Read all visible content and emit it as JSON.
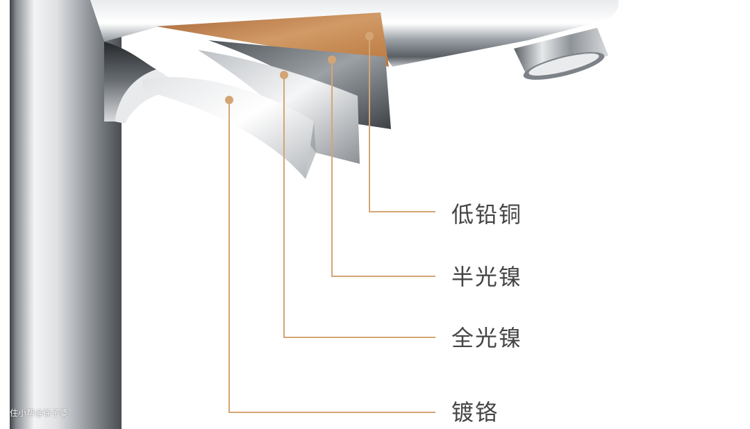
{
  "layers": [
    {
      "label": "低铅铜",
      "role": "brass core"
    },
    {
      "label": "半光镍",
      "role": "semi-bright nickel"
    },
    {
      "label": "全光镍",
      "role": "bright nickel"
    },
    {
      "label": "镀铬",
      "role": "chrome plating"
    }
  ],
  "watermark": "住小帮@徐子婆",
  "colors": {
    "leader": "#d4a574",
    "label_text": "#444444",
    "copper": "#c98a55",
    "chrome_dark": "#7a7f85",
    "chrome_light": "#f2f3f4"
  }
}
